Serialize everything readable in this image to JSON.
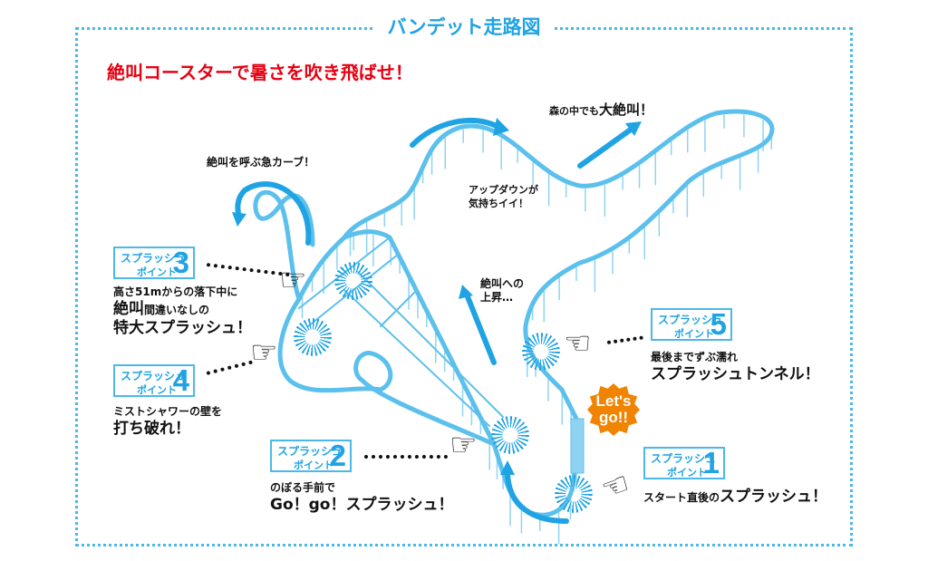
{
  "title": "バンデット走路図",
  "subtitle": "絶叫コースターで暑さを吹き飛ばせ！",
  "labels": {
    "curve": "絶叫を呼ぶ急カーブ！",
    "updown_1": "アップダウンが",
    "updown_2": "気持ちイイ！",
    "forest_1": "森の中でも",
    "forest_2": "大絶叫！",
    "climb_1": "絶叫への",
    "climb_2": "上昇…",
    "letsgo_1": "Let's",
    "letsgo_2": "go!!"
  },
  "splash_label_1": "スプラッシュ",
  "splash_label_2": "ポイント",
  "points": [
    {
      "num": "1",
      "desc": [
        "スタート直後の",
        "スプラッシュ！"
      ]
    },
    {
      "num": "2",
      "desc": [
        "のぼる手前で",
        "Go！go！スプラッシュ！"
      ]
    },
    {
      "num": "3",
      "desc": [
        "高さ51mからの落下中に",
        "絶叫",
        "間違いなしの",
        "特大スプラッシュ！"
      ]
    },
    {
      "num": "4",
      "desc": [
        "ミストシャワーの壁を",
        "打ち破れ！"
      ]
    },
    {
      "num": "5",
      "desc": [
        "最後までずぶ濡れ",
        "スプラッシュトンネル！"
      ]
    }
  ],
  "colors": {
    "accent": "#1fa3e3",
    "track": "#5bc0ec",
    "red": "#e60012",
    "badge": "#f08300"
  }
}
